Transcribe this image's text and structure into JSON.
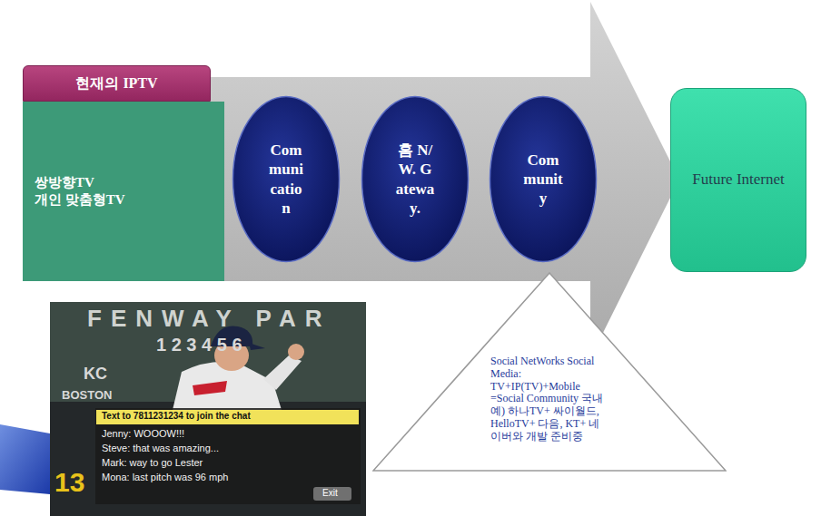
{
  "diagram": {
    "nodes": [
      {
        "text": [
          "현재의 IPTV"
        ]
      },
      {
        "text": [
          "쌍방향TV",
          "개인 맞춤형TV"
        ]
      },
      {
        "text": [
          "Communication"
        ]
      },
      {
        "text": [
          "홈 N/W. Gateway."
        ]
      },
      {
        "text": [
          "Community"
        ]
      },
      {
        "text": [
          "Future Internet"
        ]
      },
      {
        "text": [
          "Social NetWorks Social Media: TV+IP(TV)+Mobile =Social Community 국내 예) 하나TV+ 싸이월드, HelloTV+ 다음, KT+ 네이버와 개발 준비중"
        ]
      }
    ],
    "labels": [
      "FENWAY PAR",
      "1 2 3 4 5 6",
      "KC",
      "BOSTON",
      "13",
      "Text to 7811231234 to join the chat",
      "Jenny: WOOOW!!!",
      "Steve: that was amazing...",
      "Mark: way to go Lester",
      "Mona: last pitch was 96 mph",
      "Exit"
    ]
  }
}
